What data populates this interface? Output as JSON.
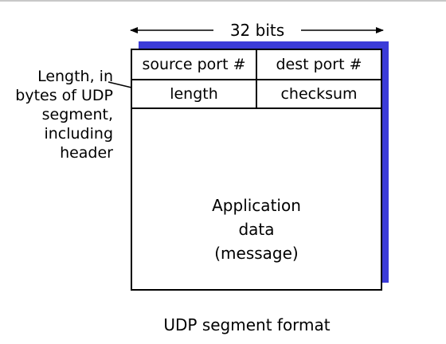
{
  "width_label": "32 bits",
  "header": {
    "row1": {
      "left": "source port #",
      "right": "dest port #"
    },
    "row2": {
      "left": "length",
      "right": "checksum"
    }
  },
  "body": {
    "lines": [
      "Application",
      "data",
      "(message)"
    ]
  },
  "annotation": {
    "lines": [
      "Length, in",
      "bytes of UDP",
      "segment,",
      "including",
      "header"
    ]
  },
  "caption": "UDP segment format",
  "colors": {
    "shadow": "#3c3cd8",
    "outline": "#000000"
  }
}
